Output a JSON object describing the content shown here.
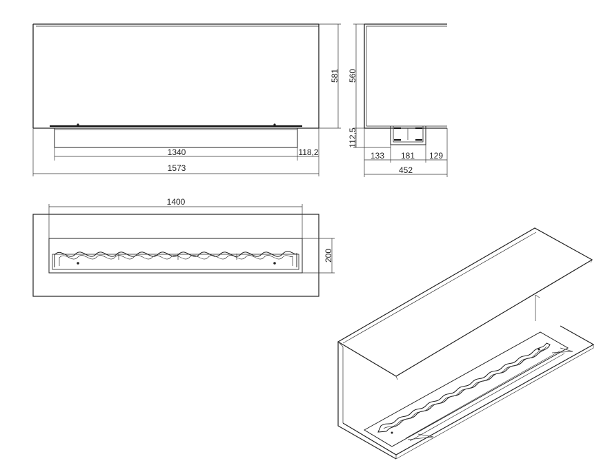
{
  "dimensions": {
    "front_height": "581",
    "front_inner_width": "1340",
    "front_offset": "118,2",
    "front_total_width": "1573",
    "side_height": "560",
    "side_base_height": "112,5",
    "side_left": "133",
    "side_mid": "181",
    "side_right": "129",
    "side_total": "452",
    "top_inner_width": "1400",
    "top_depth": "200"
  },
  "colors": {
    "line": "#222222",
    "background": "#ffffff"
  }
}
